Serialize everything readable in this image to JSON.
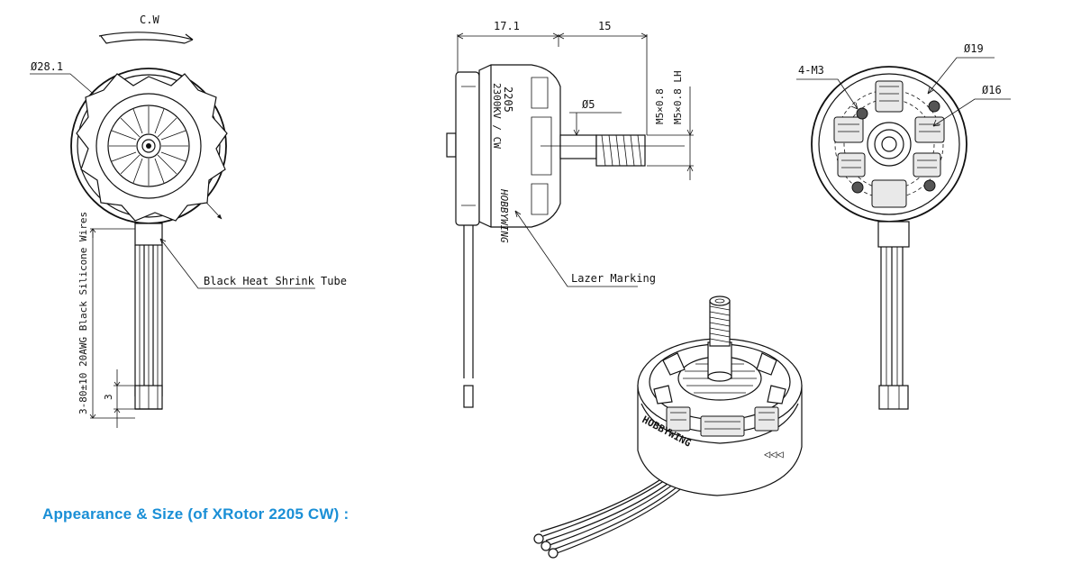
{
  "caption": {
    "text": "Appearance & Size (of XRotor 2205 CW) :",
    "color": "#1a8fd6"
  },
  "front_view": {
    "rotation_label": "C.W",
    "diameter_label": "Ø28.1",
    "wire_length_label": "3-80±10 20AWG Black Silicone Wires",
    "strip_label": "3",
    "heat_shrink_label": "Black Heat Shrink Tube"
  },
  "side_view": {
    "dim_body_label": "17.1",
    "dim_shaft_label": "15",
    "shaft_diameter_label": "Ø5",
    "thread_labels": [
      "M5×0.8",
      "M5×0.8 LH"
    ],
    "marking_label": "Lazer Marking",
    "body_text": [
      "2205",
      "2300KV / CW"
    ],
    "brand_text": "HOBBYWING"
  },
  "rear_view": {
    "mount_holes_label": "4-M3",
    "outer_circle_label": "Ø19",
    "inner_circle_label": "Ø16"
  },
  "iso_view": {
    "brand_text": "HOBBYWING",
    "direction_mark": "◁◁◁"
  }
}
